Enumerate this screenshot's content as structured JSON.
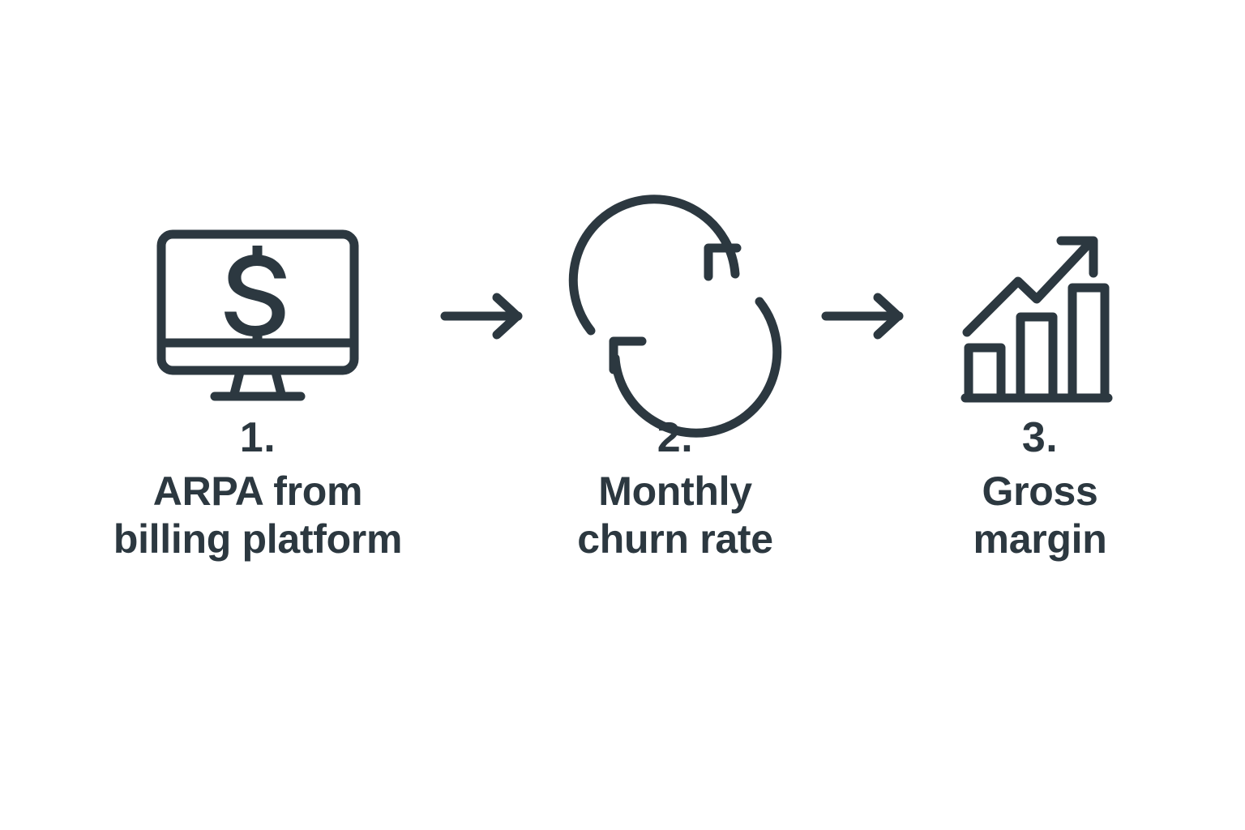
{
  "page": {
    "background_color": "#ffffff",
    "ink_color": "#2c3840",
    "type": "process-flow-diagram",
    "orientation": "horizontal",
    "step_count": 3
  },
  "steps": [
    {
      "number": "1.",
      "label": "ARPA from\nbilling platform",
      "icon": "monitor-dollar-icon",
      "icon_description": "computer monitor with dollar sign on screen"
    },
    {
      "number": "2.",
      "label": "Monthly\nchurn rate",
      "icon": "refresh-cycle-icon",
      "icon_description": "two circular arrows forming a recurring cycle"
    },
    {
      "number": "3.",
      "label": "Gross\nmargin",
      "icon": "growth-bar-chart-icon",
      "icon_description": "ascending bar chart with upward trend arrow"
    }
  ],
  "connectors": [
    {
      "icon": "arrow-right-icon",
      "from_step": 1,
      "to_step": 2
    },
    {
      "icon": "arrow-right-icon",
      "from_step": 2,
      "to_step": 3
    }
  ]
}
